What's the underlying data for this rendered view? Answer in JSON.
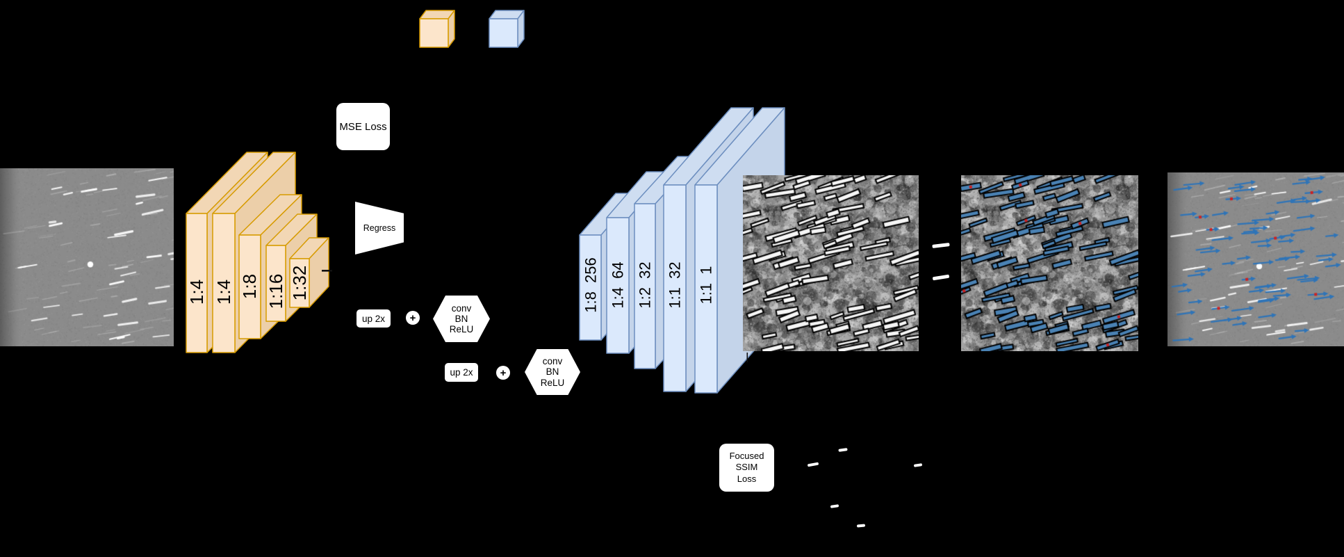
{
  "figure": {
    "kind": "cnn-encoder-decoder-streak-detection-architecture",
    "background": "#000000"
  },
  "legend": {
    "encoder_cube": {
      "fill": "#FCE5CB",
      "stroke": "#D79B00"
    },
    "decoder_cube": {
      "fill": "#DBE9FC",
      "stroke": "#6C8EBF"
    }
  },
  "encoder": {
    "layers": [
      {
        "label": "1:4"
      },
      {
        "label": "1:4"
      },
      {
        "label": "1:8"
      },
      {
        "label": "1:16"
      },
      {
        "label": "1:32"
      }
    ]
  },
  "decoder": {
    "layers": [
      {
        "label": "1:8  256"
      },
      {
        "label": "1:4  64"
      },
      {
        "label": "1:2  32"
      },
      {
        "label": "1:1  32"
      },
      {
        "label": "1:1  1"
      }
    ]
  },
  "blocks": {
    "mse_loss": "MSE Loss",
    "regress": "Regress",
    "upsample_1": "up 2x",
    "upsample_2": "up 2x",
    "plus_1": "+",
    "plus_2": "+",
    "conv_1": [
      "conv",
      "BN",
      "ReLU"
    ],
    "conv_2": [
      "conv",
      "BN",
      "ReLU"
    ],
    "ssim_loss": [
      "Focused",
      "SSIM",
      "Loss"
    ]
  },
  "images": {
    "input": {
      "name": "input-frame",
      "style": "starfield"
    },
    "prediction": {
      "name": "prediction-map",
      "style": "noise-texture",
      "box_fill": "#f6f6f6",
      "box_stroke": "#000000"
    },
    "detection": {
      "name": "detection-overlay",
      "style": "noise-texture",
      "box_fill": "#4a82b4",
      "box_stroke": "#000000",
      "marker_dot": "#cc2222"
    },
    "output": {
      "name": "annotated-frame",
      "style": "starfield",
      "marker": "#2e74b8",
      "marker_dot": "#cc2222"
    }
  },
  "mask_marks": {
    "color": "#ffffff",
    "count": 7
  }
}
